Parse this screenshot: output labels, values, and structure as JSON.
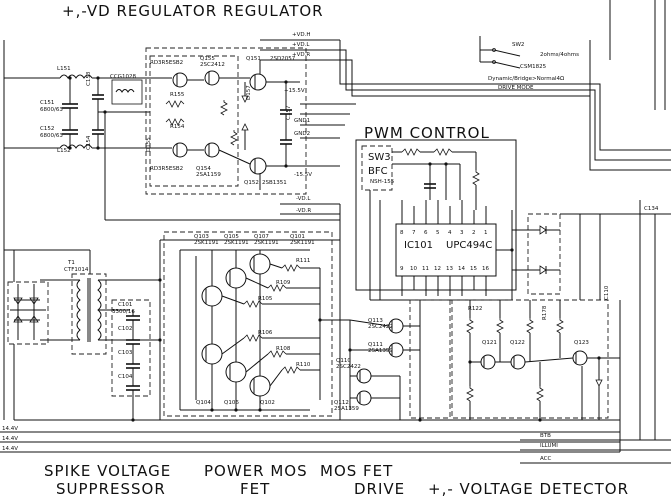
{
  "headings": {
    "top": "+,-VD REGULATOR   REGULATOR",
    "pwm": "PWM CONTROL",
    "spike_1": "SPIKE VOLTAGE",
    "spike_2": "SUPPRESSOR",
    "power_1": "POWER MOS",
    "power_2": "FET",
    "mosfet_1": "MOS FET",
    "mosfet_2": "DRIVE",
    "voltdet": "+,- VOLTAGE DETECTOR"
  },
  "rails": {
    "vd_h": "+VD.H",
    "vd_l": "+VD.L",
    "vd_r": "+VD.R",
    "p15": "+15.5V",
    "gnd1": "GND1",
    "gnd2": "GND2",
    "n15": "-15.5V",
    "nvd_l": "-VD.L",
    "nvd_r": "-VD.R"
  },
  "switch": {
    "sw2": "SW2",
    "ohms": "2ohms/4ohms",
    "csm": "CSM1825",
    "mode": "Dynamic/Bridge>Normal4Ω",
    "drive": "DRIVE MODE",
    "sw3": "SW3",
    "bfc": "BFC",
    "nsh": "NSH-155"
  },
  "ic": {
    "name": "IC101",
    "part": "UPC494C",
    "pins_top": [
      "8",
      "7",
      "6",
      "5",
      "4",
      "3",
      "2",
      "1"
    ],
    "pins_bot": [
      "9",
      "10",
      "11",
      "12",
      "13",
      "14",
      "15",
      "16"
    ]
  },
  "supply_lines": [
    "14.4V",
    "14.4V",
    "14.4V"
  ],
  "bottom_signals": [
    "BTB",
    "ILLUMI",
    "ACC"
  ],
  "components": {
    "l151": "L151",
    "c151": "C151",
    "c151v": "6800/63",
    "c152": "C152",
    "c152v": "6800/63",
    "l152": "L152",
    "c153": "C153",
    "c154": "C154",
    "cfl": "CCG1028",
    "ic_reg": "RD3R5ESB2",
    "q155": "Q155",
    "q155p": "2SC2412",
    "q151": "Q151",
    "q151p": "2SD2057",
    "r155": "R155",
    "r154": "R154",
    "d155": "D155",
    "q154": "Q154",
    "q154p": "2SA1159",
    "q152": "Q152",
    "q152p": "2SB1351",
    "d157": "D157",
    "c157": "C157",
    "t1": "T1",
    "t1p": "CTF1014",
    "q103": "Q103",
    "q103p": "2SK1191",
    "q105": "Q105",
    "q105p": "2SK1191",
    "q107": "Q107",
    "q107p": "2SK1191",
    "q101": "Q101",
    "q101p": "2SK1191",
    "q104": "Q104",
    "q106": "Q106",
    "q102": "Q102",
    "r111": "R111",
    "r109": "R109",
    "r105": "R105",
    "r106": "R106",
    "r108": "R108",
    "r110": "R110",
    "c101": "C101",
    "c101v": "3300/16",
    "c102": "C102",
    "c103": "C103",
    "c104": "C104",
    "q113": "Q113",
    "q113p": "2SC2422",
    "q111": "Q111",
    "q111p": "2SA1359",
    "q110": "Q110",
    "q110p": "2SC2422",
    "q112": "Q112",
    "q112p": "2SA1359",
    "q121": "Q121",
    "q122": "Q122",
    "q123": "Q123",
    "r178": "R178",
    "r122": "R122",
    "c134": "C134",
    "c110": "C110"
  }
}
